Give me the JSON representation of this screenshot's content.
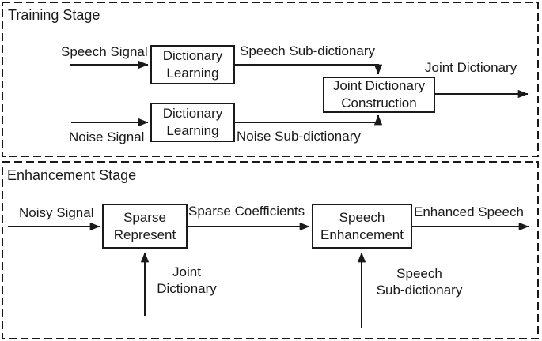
{
  "stages": {
    "training": {
      "title": "Training Stage"
    },
    "enhancement": {
      "title": "Enhancement Stage"
    }
  },
  "boxes": {
    "dict_learning_speech": {
      "lines": [
        "Dictionary",
        "Learning"
      ]
    },
    "dict_learning_noise": {
      "lines": [
        "Dictionary",
        "Learning"
      ]
    },
    "joint_dict_construction": {
      "lines": [
        "Joint Dictionary",
        "Construction"
      ]
    },
    "sparse_represent": {
      "lines": [
        "Sparse",
        "Represent"
      ]
    },
    "speech_enhancement": {
      "lines": [
        "Speech",
        "Enhancement"
      ]
    }
  },
  "labels": {
    "speech_signal": "Speech Signal",
    "speech_sub_dictionary": "Speech Sub-dictionary",
    "joint_dictionary_out": "Joint Dictionary",
    "noise_signal": "Noise Signal",
    "noise_sub_dictionary": "Noise Sub-dictionary",
    "noisy_signal": "Noisy Signal",
    "sparse_coefficients": "Sparse Coefficients",
    "enhanced_speech": "Enhanced Speech",
    "joint_dictionary_in": {
      "lines": [
        "Joint",
        "Dictionary"
      ]
    },
    "speech_sub_dictionary_in": {
      "lines": [
        "Speech",
        "Sub-dictionary"
      ]
    }
  },
  "colors": {
    "ink": "#1a1a1a",
    "background": "#ffffff"
  }
}
